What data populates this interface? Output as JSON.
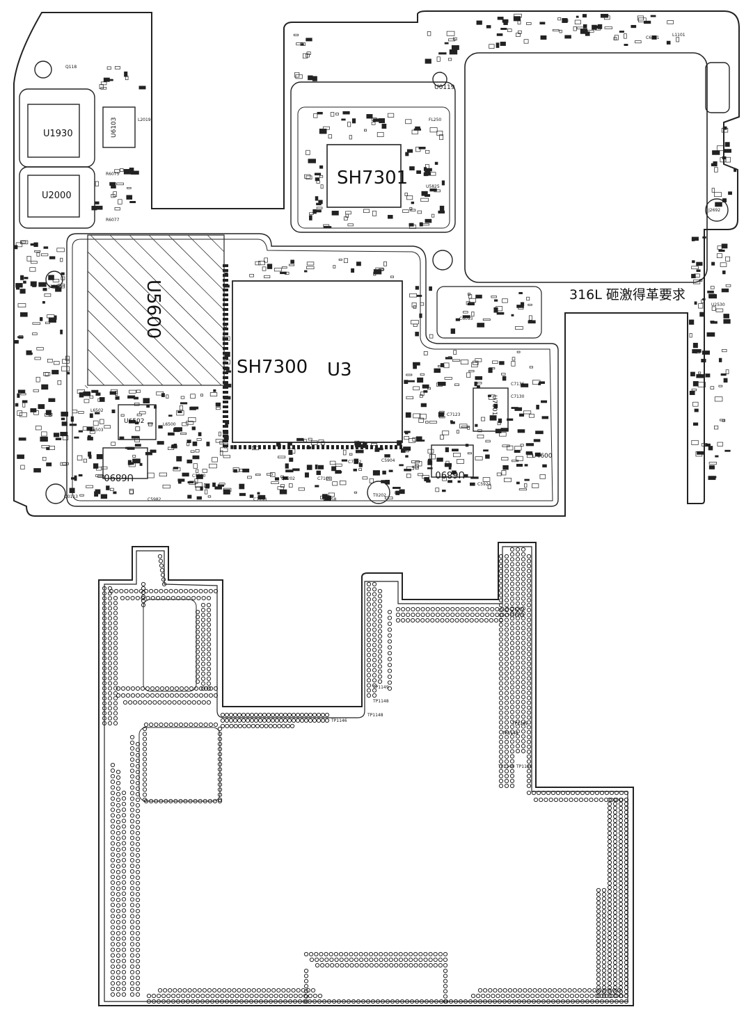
{
  "board_top": {
    "main_labels": {
      "u5600": "U5600",
      "sh7300": "SH7300",
      "u3": "U3",
      "sh7301": "SH7301",
      "u1930": "U1930",
      "u2000": "U2000",
      "u6502": "U6502",
      "u6890_left": "U6890",
      "u6890_right": "U6890",
      "u7601": "U7601",
      "u6103": "U6103",
      "u4600": "U4600",
      "u0119": "U0119"
    },
    "note_text": "316L 砸激得革要求",
    "small_labels": [
      "L6502",
      "L6503",
      "L6500",
      "C5982",
      "C5500",
      "C7153",
      "C7102",
      "C5904",
      "C7158",
      "C7136",
      "C7130",
      "C7123",
      "C5924",
      "Q0113",
      "T0202",
      "R6075",
      "R6077",
      "L1101",
      "Q118",
      "C6091",
      "FL250",
      "U5825",
      "Q0202",
      "C6093",
      "L2019",
      "U2530",
      "J2692",
      "J1010",
      "C7106"
    ]
  },
  "board_bottom": {
    "testpoints": [
      "TP1146",
      "TP1149",
      "TP1148",
      "TP1148",
      "TP1149",
      "TP1148",
      "TP1148",
      "TP1149"
    ]
  }
}
